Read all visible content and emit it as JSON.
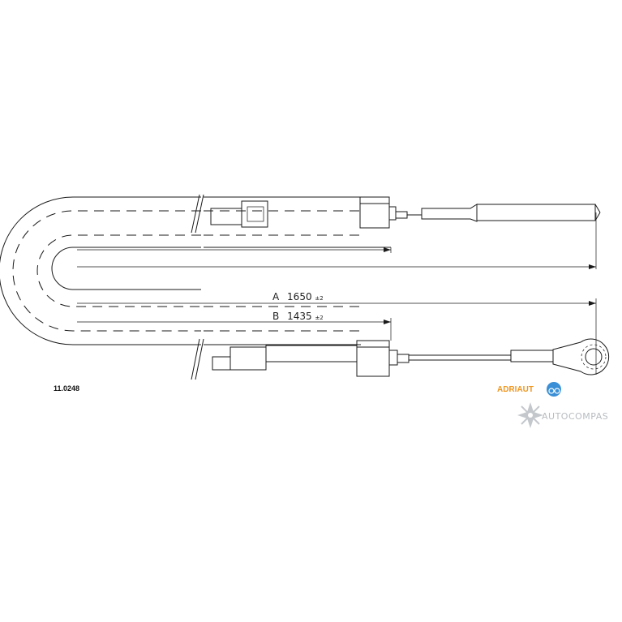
{
  "drawing": {
    "part_number": "11.0248",
    "dimension_a": {
      "label": "A",
      "value": "1650",
      "tolerance": "±2"
    },
    "dimension_b": {
      "label": "B",
      "value": "1435",
      "tolerance": "±2"
    }
  },
  "brand": {
    "name": "ADRIAUTO",
    "logo_text": "ADRIAUT",
    "accent_color": "#f0961e",
    "badge_color": "#3a8fd6"
  },
  "watermark": {
    "text": "AUTOCOMPAS",
    "color": "#b8bcc0",
    "icon": "compass-star-icon"
  }
}
